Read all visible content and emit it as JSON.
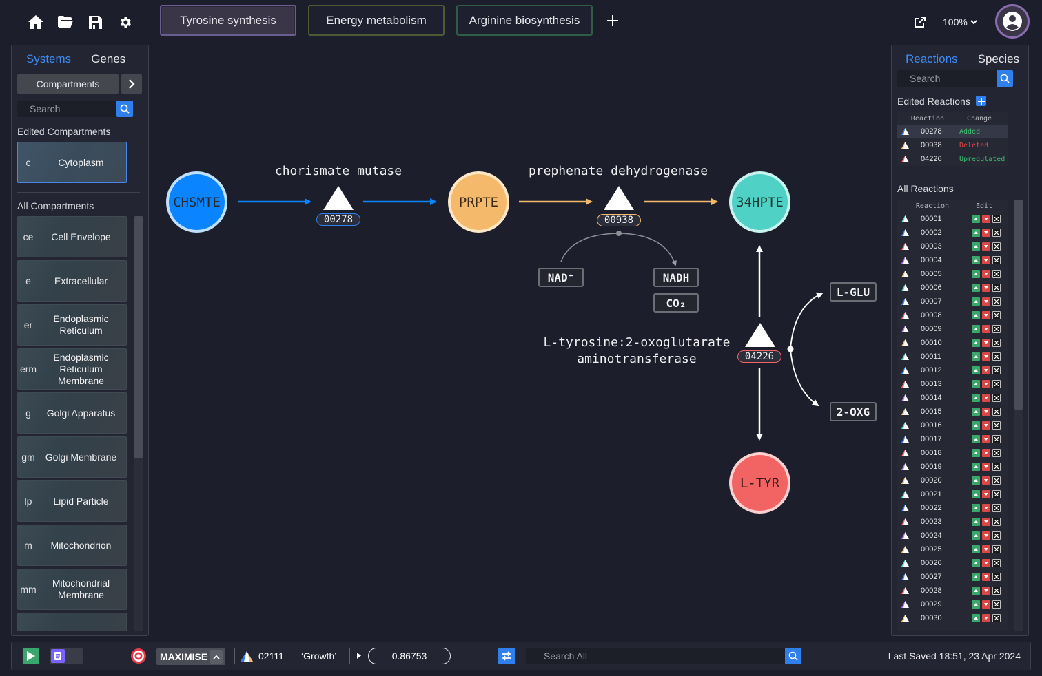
{
  "toolbar": {
    "tabs": [
      {
        "label": "Tyrosine synthesis"
      },
      {
        "label": "Energy metabolism"
      },
      {
        "label": "Arginine biosynthesis"
      }
    ],
    "zoom": "100%"
  },
  "left_panel": {
    "tab_systems": "Systems",
    "tab_genes": "Genes",
    "dropdown": "Compartments",
    "search_placeholder": "Search",
    "edited_label": "Edited Compartments",
    "edited": [
      {
        "code": "c",
        "name": "Cytoplasm"
      }
    ],
    "all_label": "All Compartments",
    "all": [
      {
        "code": "ce",
        "name": "Cell Envelope"
      },
      {
        "code": "e",
        "name": "Extracellular"
      },
      {
        "code": "er",
        "name": "Endoplasmic Reticulum"
      },
      {
        "code": "erm",
        "name": "Endoplasmic Reticulum Membrane"
      },
      {
        "code": "g",
        "name": "Golgi Apparatus"
      },
      {
        "code": "gm",
        "name": "Golgi Membrane"
      },
      {
        "code": "lp",
        "name": "Lipid Particle"
      },
      {
        "code": "m",
        "name": "Mitochondrion"
      },
      {
        "code": "mm",
        "name": "Mitochondrial Membrane"
      }
    ]
  },
  "right_panel": {
    "tab_reactions": "Reactions",
    "tab_species": "Species",
    "search_placeholder": "Search",
    "edited_label": "Edited Reactions",
    "edited_head": {
      "reaction": "Reaction",
      "change": "Change"
    },
    "edited": [
      {
        "id": "00278",
        "change": "Added",
        "color": "#3fbf74"
      },
      {
        "id": "00938",
        "change": "Deleted",
        "color": "#e04a4a"
      },
      {
        "id": "04226",
        "change": "Upregulated",
        "color": "#3fbf74"
      }
    ],
    "all_label": "All Reactions",
    "all_head": {
      "reaction": "Reaction",
      "edit": "Edit"
    },
    "all": [
      "00001",
      "00002",
      "00003",
      "00004",
      "00005",
      "00006",
      "00007",
      "00008",
      "00009",
      "00010",
      "00011",
      "00012",
      "00013",
      "00014",
      "00015",
      "00016",
      "00017",
      "00018",
      "00019",
      "00020",
      "00021",
      "00022",
      "00023",
      "00024",
      "00025",
      "00026",
      "00027",
      "00028",
      "00029",
      "00030"
    ]
  },
  "canvas": {
    "nodes": {
      "chsmte": "CHSMTE",
      "prpte": "PRPTE",
      "hpte": "34HPTE",
      "ltyr": "L-TYR"
    },
    "reactions": {
      "r1_name": "chorismate mutase",
      "r1_id": "00278",
      "r2_name": "prephenate dehydrogenase",
      "r2_id": "00938",
      "r3_name_line1": "L-tyrosine:2-oxoglutarate",
      "r3_name_line2": "aminotransferase",
      "r3_id": "04226"
    },
    "cofactors": {
      "nad": "NAD⁺",
      "nadh": "NADH",
      "co2": "CO₂",
      "lglu": "L-GLU",
      "oxg": "2-OXG"
    }
  },
  "bottom": {
    "objective_mode": "MAXIMISE",
    "objective_reaction": "02111",
    "objective_name": "‘Growth’",
    "objective_value": "0.86753",
    "search_placeholder": "Search All",
    "last_saved": "Last Saved 18:51, 23 Apr 2024"
  },
  "colors": {
    "blue": "#0a84ff",
    "orange": "#f4b96b",
    "teal": "#4fd1c5",
    "red": "#f26464",
    "accent": "#2f80ed"
  }
}
